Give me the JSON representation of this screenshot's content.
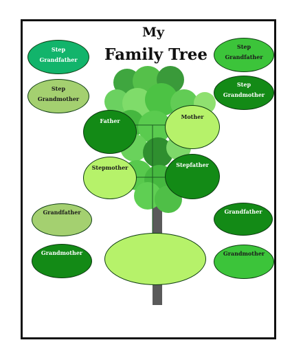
{
  "title": {
    "line1": "My",
    "line2": "Family Tree"
  },
  "colors": {
    "frame": "#111111",
    "trunk": "#555555",
    "leaf_dark": "#2e8b2e",
    "leaf_mid": "#43c443",
    "leaf_light": "#7ee06c",
    "oval_dark": "#138a16",
    "oval_mid": "#3cc43a",
    "oval_light": "#b6f26a",
    "oval_pale": "#a4d070",
    "oval_teal": "#12b46b"
  },
  "family": {
    "step_grandfather_left": {
      "line1": "Step",
      "line2": "Grandfather"
    },
    "step_grandmother_left": {
      "line1": "Step",
      "line2": "Grandmother"
    },
    "step_grandfather_right": {
      "line1": "Step",
      "line2": "Grandfather"
    },
    "step_grandmother_right": {
      "line1": "Step",
      "line2": "Grandmother"
    },
    "father": "Father",
    "mother": "Mother",
    "stepmother": "Stepmother",
    "stepfather": "Stepfather",
    "grandfather_left": "Grandfather",
    "grandmother_left": "Grandmother",
    "grandfather_right": "Grandfather",
    "grandmother_right": "Grandmother",
    "me": ""
  }
}
